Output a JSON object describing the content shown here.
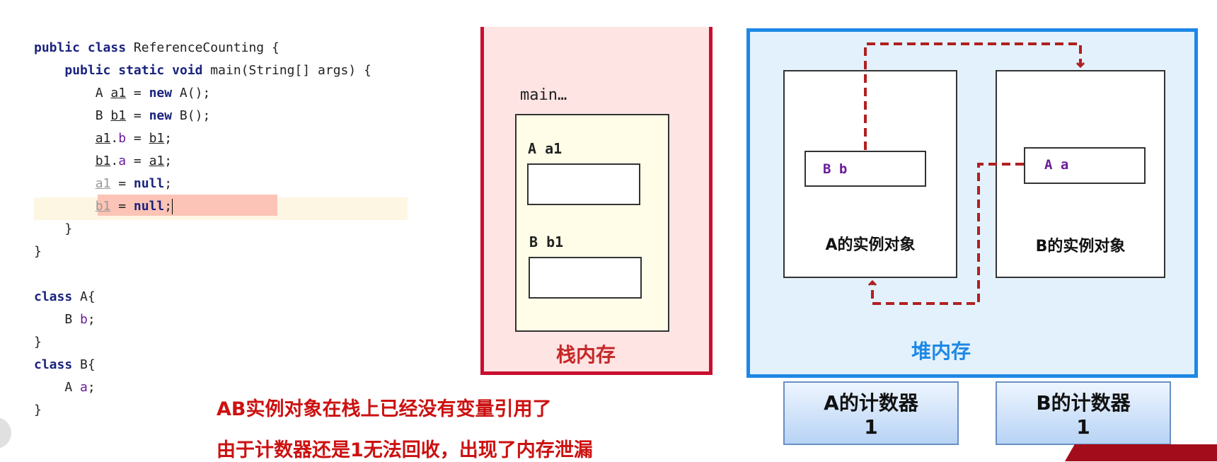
{
  "code": {
    "lines": [
      {
        "parts": [
          {
            "t": "public",
            "c": "kw"
          },
          {
            "t": " "
          },
          {
            "t": "class",
            "c": "kw"
          },
          {
            "t": " ReferenceCounting {"
          }
        ]
      },
      {
        "parts": [
          {
            "t": "    "
          },
          {
            "t": "public",
            "c": "kw"
          },
          {
            "t": " "
          },
          {
            "t": "static",
            "c": "kw"
          },
          {
            "t": " "
          },
          {
            "t": "void",
            "c": "kw"
          },
          {
            "t": " main(String[] args) {"
          }
        ]
      },
      {
        "parts": [
          {
            "t": "        A "
          },
          {
            "t": "a1",
            "c": "ul"
          },
          {
            "t": " = "
          },
          {
            "t": "new",
            "c": "kw"
          },
          {
            "t": " A();"
          }
        ]
      },
      {
        "parts": [
          {
            "t": "        B "
          },
          {
            "t": "b1",
            "c": "ul"
          },
          {
            "t": " = "
          },
          {
            "t": "new",
            "c": "kw"
          },
          {
            "t": " B();"
          }
        ]
      },
      {
        "parts": [
          {
            "t": "        "
          },
          {
            "t": "a1",
            "c": "ul"
          },
          {
            "t": "."
          },
          {
            "t": "b",
            "c": "fld"
          },
          {
            "t": " = "
          },
          {
            "t": "b1",
            "c": "ul"
          },
          {
            "t": ";"
          }
        ]
      },
      {
        "parts": [
          {
            "t": "        "
          },
          {
            "t": "b1",
            "c": "ul"
          },
          {
            "t": "."
          },
          {
            "t": "a",
            "c": "fld"
          },
          {
            "t": " = "
          },
          {
            "t": "a1",
            "c": "ul"
          },
          {
            "t": ";"
          }
        ]
      },
      {
        "parts": [
          {
            "t": "        "
          },
          {
            "t": "a1",
            "c": "ul gray"
          },
          {
            "t": " = "
          },
          {
            "t": "null",
            "c": "kw"
          },
          {
            "t": ";"
          }
        ]
      },
      {
        "parts": [
          {
            "t": "        "
          },
          {
            "t": "b1",
            "c": "ul gray"
          },
          {
            "t": " = "
          },
          {
            "t": "null",
            "c": "kw"
          },
          {
            "t": ";"
          }
        ],
        "caret": true
      },
      {
        "parts": [
          {
            "t": "    }"
          }
        ]
      },
      {
        "parts": [
          {
            "t": "}"
          }
        ]
      },
      {
        "parts": [
          {
            "t": ""
          }
        ]
      },
      {
        "parts": [
          {
            "t": "class",
            "c": "kw"
          },
          {
            "t": " A{"
          }
        ]
      },
      {
        "parts": [
          {
            "t": "    B "
          },
          {
            "t": "b",
            "c": "fld"
          },
          {
            "t": ";"
          }
        ]
      },
      {
        "parts": [
          {
            "t": "}"
          }
        ]
      },
      {
        "parts": [
          {
            "t": "class",
            "c": "kw"
          },
          {
            "t": " B{"
          }
        ]
      },
      {
        "parts": [
          {
            "t": "    A "
          },
          {
            "t": "a",
            "c": "fld"
          },
          {
            "t": ";"
          }
        ]
      },
      {
        "parts": [
          {
            "t": "}"
          }
        ]
      }
    ]
  },
  "stack": {
    "frame_label": "main…",
    "var1": "A  a1",
    "var2": "B  b1",
    "title": "栈内存"
  },
  "heap": {
    "title": "堆内存",
    "objA_label": "A的实例对象",
    "objB_label": "B的实例对象",
    "fieldA": "B  b",
    "fieldB": "A  a"
  },
  "counters": {
    "a_title": "A的计数器",
    "a_value": "1",
    "b_title": "B的计数器",
    "b_value": "1"
  },
  "notes": {
    "line1": "AB实例对象在栈上已经没有变量引用了",
    "line2": "由于计数器还是1无法回收，出现了内存泄漏"
  },
  "colors": {
    "arrow": "#b02020",
    "stack_border": "#c8102e",
    "heap_border": "#1e88e5"
  }
}
